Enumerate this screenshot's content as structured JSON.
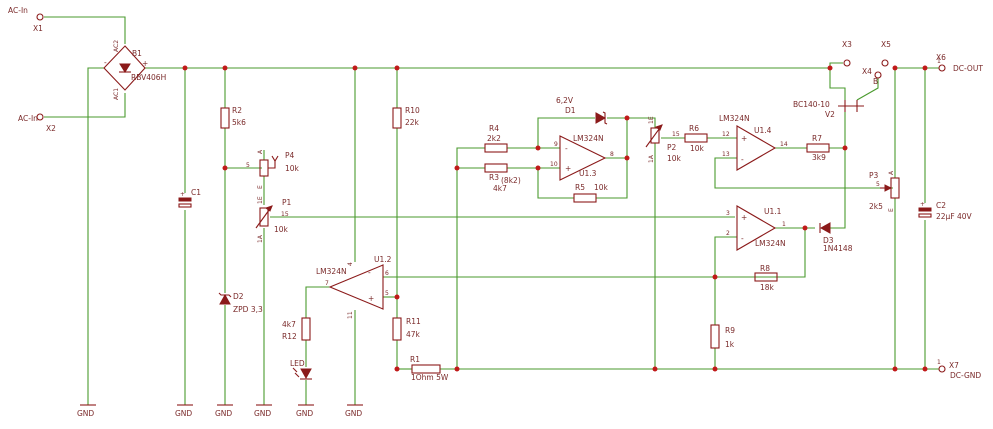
{
  "labels": {
    "ac_in_1": "AC-In",
    "x1": "X1",
    "ac_in_2": "AC-In",
    "x2": "X2",
    "b1": "B1",
    "rbv": "RBV406H",
    "ac2": "AC2",
    "ac1": "AC1",
    "minus": "-",
    "plus": "+",
    "c1": "C1",
    "r2": "R2",
    "r2v": "5k6",
    "d2": "D2",
    "d2v": "ZPD 3,3",
    "p4": "P4",
    "p4v": "10k",
    "p1": "P1",
    "p1v": "10k",
    "r10": "R10",
    "r10v": "22k",
    "r11": "R11",
    "r11v": "47k",
    "r12a": "4k7",
    "r12": "R12",
    "led": "LED",
    "u12name": "LM324N",
    "u12": "U1.2",
    "r1": "R1",
    "r1v": "1Ohm 5W",
    "d1v": "6,2V",
    "d1": "D1",
    "r4": "R4",
    "r4v": "2k2",
    "r3": "R3",
    "r3x": "(8k2)",
    "r3v": "4k7",
    "u13name": "LM324N",
    "u13": "U1.3",
    "r5": "R5",
    "r5v": "10k",
    "p2": "P2",
    "p2v": "10k",
    "r6": "R6",
    "r6v": "10k",
    "u14name": "LM324N",
    "u14": "U1.4",
    "r7": "R7",
    "r7v": "3k9",
    "v2a": "BC140-10",
    "v2": "V2",
    "x3": "X3",
    "x4": "X4",
    "x4b": "B",
    "x5": "X5",
    "x6": "X6",
    "dcout": "DC-OUT",
    "x7": "X7",
    "dcgnd": "DC-GND",
    "p3": "P3",
    "p3v": "2k5",
    "c2": "C2",
    "c2v": "22µF 40V",
    "u11": "U1.1",
    "u11name": "LM324N",
    "d3": "D3",
    "d3v": "1N4148",
    "r8": "R8",
    "r8v": "18k",
    "r9": "R9",
    "r9v": "1k",
    "gnd": "GND",
    "pin1": "1",
    "pin2": "2",
    "pin3": "3",
    "pin4": "4",
    "pin5": "5",
    "pin6": "6",
    "pin7": "7",
    "pin8": "8",
    "pin9": "9",
    "pin10": "10",
    "pin11": "11",
    "pin12": "12",
    "pin13": "13",
    "pin14": "14",
    "pin15": "15",
    "pin1a": "1A",
    "pin1e": "1E",
    "pinA": "A",
    "pinE": "E"
  },
  "colors": {
    "wire": "#4a9a2e",
    "part": "#8b1a1a",
    "junction": "#c01a1a",
    "text": "#7a2a2a"
  }
}
